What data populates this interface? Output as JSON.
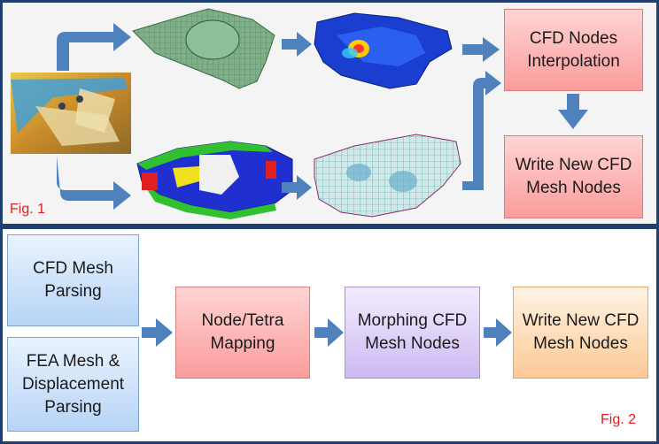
{
  "fig1": {
    "label": "Fig. 1",
    "interp_box": "CFD Nodes\nInterpolation",
    "write_box": "Write New CFD\nMesh Nodes"
  },
  "fig2": {
    "label": "Fig. 2",
    "cfd_parse_box": "CFD Mesh\nParsing",
    "fea_parse_box": "FEA Mesh &\nDisplacement\nParsing",
    "mapping_box": "Node/Tetra\nMapping",
    "morph_box": "Morphing CFD\nMesh Nodes",
    "write_box": "Write New CFD\nMesh Nodes"
  },
  "colors": {
    "arrow": "#4f81bd",
    "frame": "#1f3f6e",
    "fig_label": "#e01c1c"
  },
  "icons": [
    "geometry-photo",
    "fea-mesh-render",
    "stress-contour-render",
    "cfd-part-render",
    "cfd-wire-mesh-render"
  ]
}
